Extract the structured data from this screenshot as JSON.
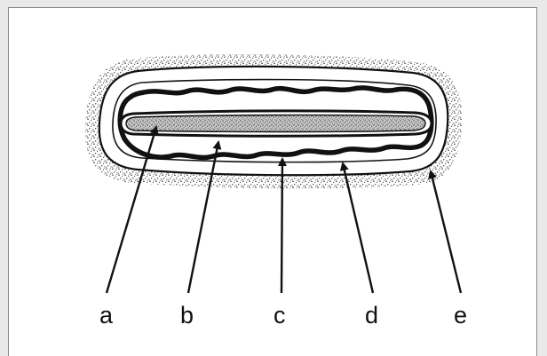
{
  "labels": {
    "a": "a",
    "b": "b",
    "c": "c",
    "d": "d",
    "e": "e"
  },
  "colors": {
    "ink": "#111111",
    "background": "#e9e9e9",
    "panel": "#ffffff",
    "stipple": "#2a2a2a"
  }
}
